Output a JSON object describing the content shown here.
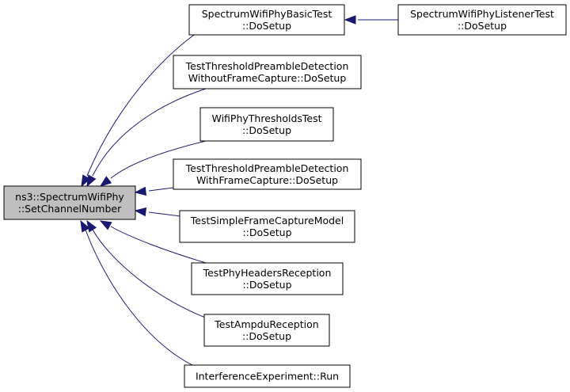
{
  "graph": {
    "edge_color": "#191970",
    "focus_fill": "#bfbfbf",
    "node_fill": "#ffffff",
    "nodes": [
      {
        "id": "focus",
        "lines": [
          "ns3::SpectrumWifiPhy",
          "::SetChannelNumber"
        ],
        "focus": true
      },
      {
        "id": "basic",
        "lines": [
          "SpectrumWifiPhyBasicTest",
          "::DoSetup"
        ]
      },
      {
        "id": "listener",
        "lines": [
          "SpectrumWifiPhyListenerTest",
          "::DoSetup"
        ]
      },
      {
        "id": "preamble-nocap",
        "lines": [
          "TestThresholdPreambleDetection",
          "WithoutFrameCapture::DoSetup"
        ]
      },
      {
        "id": "thresholds",
        "lines": [
          "WifiPhyThresholdsTest",
          "::DoSetup"
        ]
      },
      {
        "id": "preamble-cap",
        "lines": [
          "TestThresholdPreambleDetection",
          "WithFrameCapture::DoSetup"
        ]
      },
      {
        "id": "simple-capture",
        "lines": [
          "TestSimpleFrameCaptureModel",
          "::DoSetup"
        ]
      },
      {
        "id": "headers",
        "lines": [
          "TestPhyHeadersReception",
          "::DoSetup"
        ]
      },
      {
        "id": "ampdu",
        "lines": [
          "TestAmpduReception",
          "::DoSetup"
        ]
      },
      {
        "id": "interference",
        "lines": [
          "InterferenceExperiment::Run"
        ]
      }
    ],
    "edges": [
      {
        "from": "basic",
        "to": "focus"
      },
      {
        "from": "listener",
        "to": "basic"
      },
      {
        "from": "preamble-nocap",
        "to": "focus"
      },
      {
        "from": "thresholds",
        "to": "focus"
      },
      {
        "from": "preamble-cap",
        "to": "focus"
      },
      {
        "from": "simple-capture",
        "to": "focus"
      },
      {
        "from": "headers",
        "to": "focus"
      },
      {
        "from": "ampdu",
        "to": "focus"
      },
      {
        "from": "interference",
        "to": "focus"
      }
    ]
  }
}
